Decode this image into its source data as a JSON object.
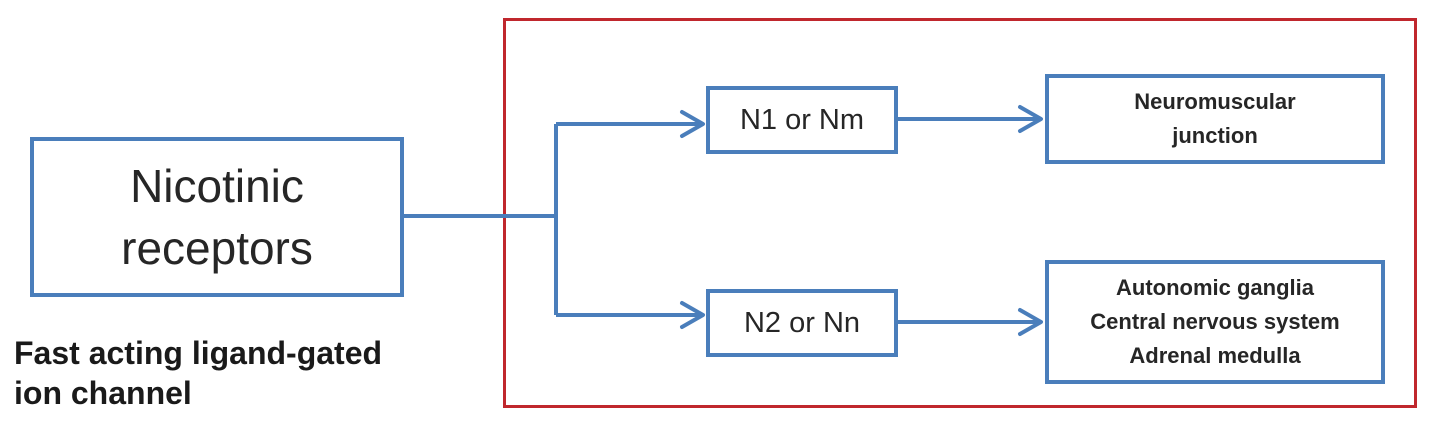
{
  "diagram": {
    "main_node": {
      "lines": [
        "Nicotinic",
        "receptors"
      ]
    },
    "caption": {
      "lines": [
        "Fast acting ligand-gated",
        "ion channel"
      ]
    },
    "subtypes": [
      {
        "label": "N1 or Nm",
        "targets": [
          "Neuromuscular",
          "junction"
        ]
      },
      {
        "label": "N2 or Nn",
        "targets": [
          "Autonomic ganglia",
          "Central nervous system",
          "Adrenal medulla"
        ]
      }
    ],
    "colors": {
      "box_border": "#4a7ebb",
      "connector": "#4a7ebb",
      "highlight_frame": "#c0272d",
      "text": "#1a1a1a"
    }
  }
}
